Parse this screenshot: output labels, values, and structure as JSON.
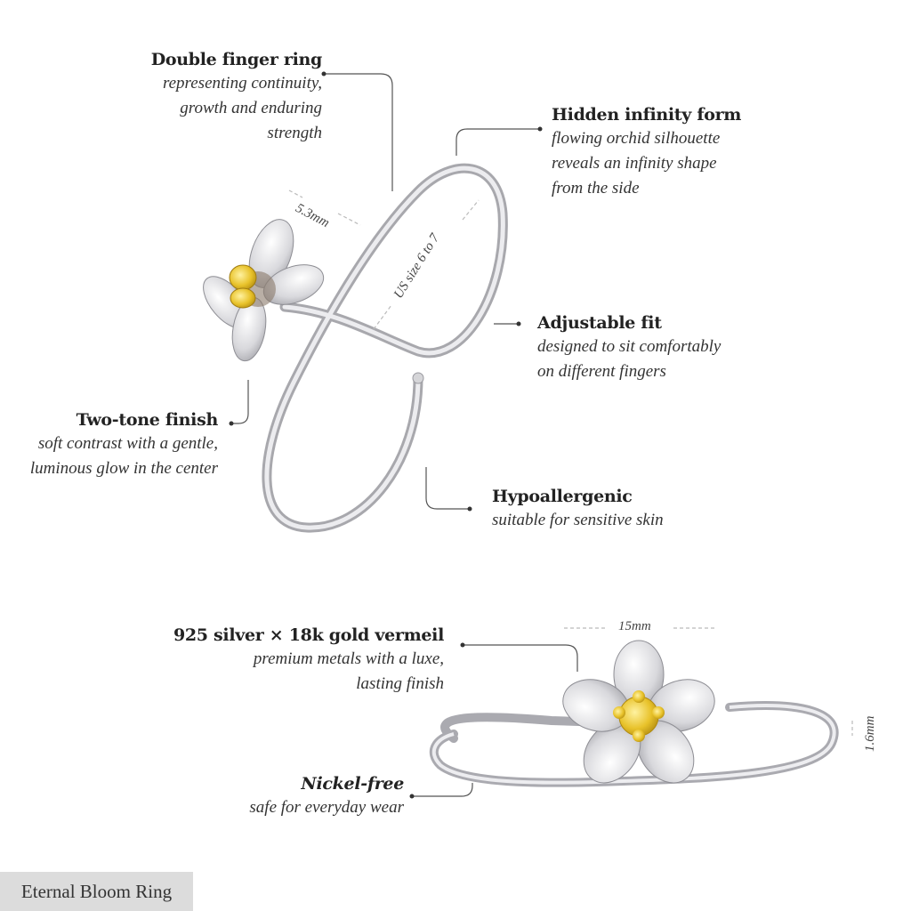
{
  "product": {
    "name": "Eternal Bloom Ring"
  },
  "features": [
    {
      "title": "Double finger ring",
      "description": "representing continuity, growth and enduring strength",
      "lines": [
        "representing continuity,",
        "growth and enduring",
        "strength"
      ]
    },
    {
      "title": "Hidden infinity form",
      "description": "flowing orchid silhouette reveals an infinity shape from the side",
      "lines": [
        "flowing orchid silhouette",
        "reveals an infinity shape",
        "from the side"
      ]
    },
    {
      "title": "Adjustable fit",
      "description": "designed to sit comfortably on different fingers",
      "lines": [
        "designed to sit comfortably",
        "on different fingers"
      ]
    },
    {
      "title": "Two-tone finish",
      "description": "soft contrast with a gentle, luminous glow in the center",
      "lines": [
        "soft contrast with a gentle,",
        "luminous glow in the center"
      ]
    },
    {
      "title": "Hypoallergenic",
      "description": "suitable for sensitive skin",
      "lines": [
        "suitable for sensitive skin"
      ]
    },
    {
      "title": "925 silver × 18k gold vermeil",
      "description": "premium metals with a luxe, lasting finish",
      "lines": [
        "premium metals with a luxe,",
        "lasting finish"
      ]
    },
    {
      "title": "Nickel-free",
      "description": "safe for everyday wear",
      "lines": [
        "safe for everyday wear"
      ]
    }
  ],
  "dimensions": {
    "band_width": "5.3mm",
    "size_range": "US size 6 to 7",
    "flower_width": "15mm",
    "band_thickness": "1.6mm"
  },
  "colors": {
    "silver": "#c9c9cc",
    "gold": "#e8b923",
    "text": "#222222",
    "badge_bg": "#dcdcdc"
  }
}
